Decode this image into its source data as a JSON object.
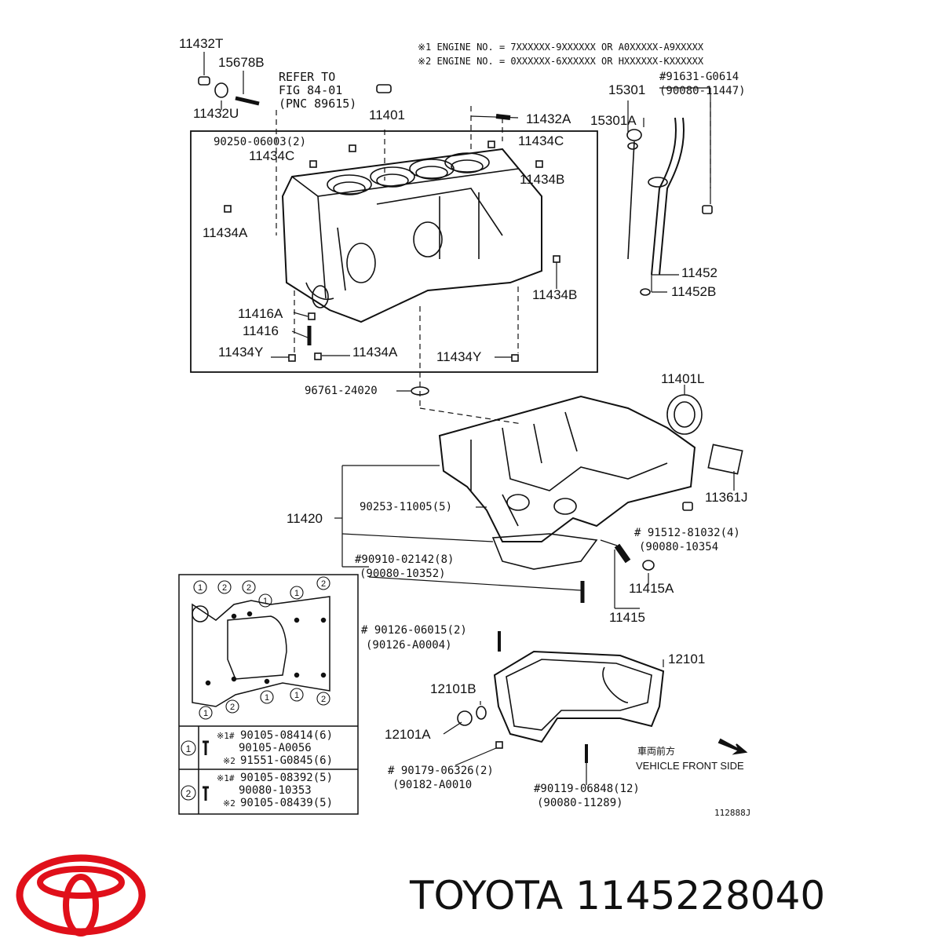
{
  "header_notes": {
    "note1": "※1 ENGINE NO. = 7XXXXXX-9XXXXXX OR A0XXXXX-A9XXXXX",
    "note2": "※2 ENGINE NO. = 0XXXXXX-6XXXXXX OR HXXXXXX-KXXXXXX"
  },
  "refer": {
    "line1": "REFER TO",
    "line2": "FIG 84-01",
    "line3": "(PNC 89615)"
  },
  "parts": {
    "p11432T": "11432T",
    "p15678B": "15678B",
    "p11432U": "11432U",
    "p11401": "11401",
    "p11432A": "11432A",
    "p90250": "90250-06003(2)",
    "p11434C_a": "11434C",
    "p11434C_b": "11434C",
    "p11434B_a": "11434B",
    "p11434A_a": "11434A",
    "p11416A": "11416A",
    "p11416": "11416",
    "p11434Y_a": "11434Y",
    "p11434A_b": "11434A",
    "p11434Y_b": "11434Y",
    "p11434B_b": "11434B",
    "p15301": "15301",
    "p15301A": "15301A",
    "p91631": "#91631-G0614",
    "p90080_11447": "(90080-11447)",
    "p11452": "11452",
    "p11452B": "11452B",
    "p96761": "96761-24020",
    "p11401L": "11401L",
    "p11361J": "11361J",
    "p11420": "11420",
    "p90253": "90253-11005(5)",
    "p91512": "# 91512-81032(4)",
    "p90080_10354": "(90080-10354",
    "p90910": "#90910-02142(8)",
    "p90080_10352": "(90080-10352)",
    "p11415A": "11415A",
    "p11415": "11415",
    "p90126_06015": "# 90126-06015(2)",
    "p90126_A0004": "(90126-A0004)",
    "p12101": "12101",
    "p12101B": "12101B",
    "p12101A": "12101A",
    "p90179": "# 90179-06326(2)",
    "p90182": "(90182-A0010",
    "p90119": "#90119-06848(12)",
    "p90080_11289": "(90080-11289)"
  },
  "front": {
    "jp": "車両前方",
    "en": "VEHICLE FRONT SIDE"
  },
  "figure_code": "112888J",
  "bolt_table": {
    "circle1": "1",
    "circle2": "2",
    "row1": {
      "a_prefix": "※1#",
      "a": "90105-08414(6)",
      "b": "90105-A0056",
      "c_prefix": "※2",
      "c": "91551-G0845(6)"
    },
    "row2": {
      "a_prefix": "※1#",
      "a": "90105-08392(5)",
      "b": "90080-10353",
      "c_prefix": "※2",
      "c": "90105-08439(5)"
    }
  },
  "footer": {
    "brand": "TOYOTA 1145228040"
  },
  "colors": {
    "logo_red": "#e0101a",
    "ink": "#111111"
  },
  "icons": {
    "logo": "toyota-logo-icon",
    "arrow": "front-arrow-icon"
  }
}
